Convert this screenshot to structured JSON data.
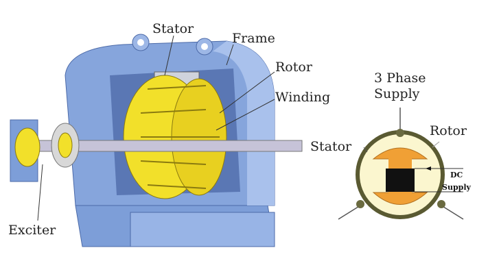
{
  "labels": {
    "stator": "Stator",
    "frame": "Frame",
    "rotor": "Rotor",
    "winding": "Winding",
    "exciter": "Exciter"
  },
  "schematic": {
    "supply_line1": "3 Phase",
    "supply_line2": "Supply",
    "rotor": "Rotor",
    "stator": "Stator",
    "dc_line1": "DC",
    "dc_line2": "Supply"
  },
  "colors": {
    "frame_blue": "#7f9fd6",
    "rotor_yellow": "#f2e02a",
    "stator_ring": "#5a5a32",
    "stator_fill": "#fbf6cf",
    "pole_orange": "#f0a035",
    "core_black": "#111111"
  }
}
